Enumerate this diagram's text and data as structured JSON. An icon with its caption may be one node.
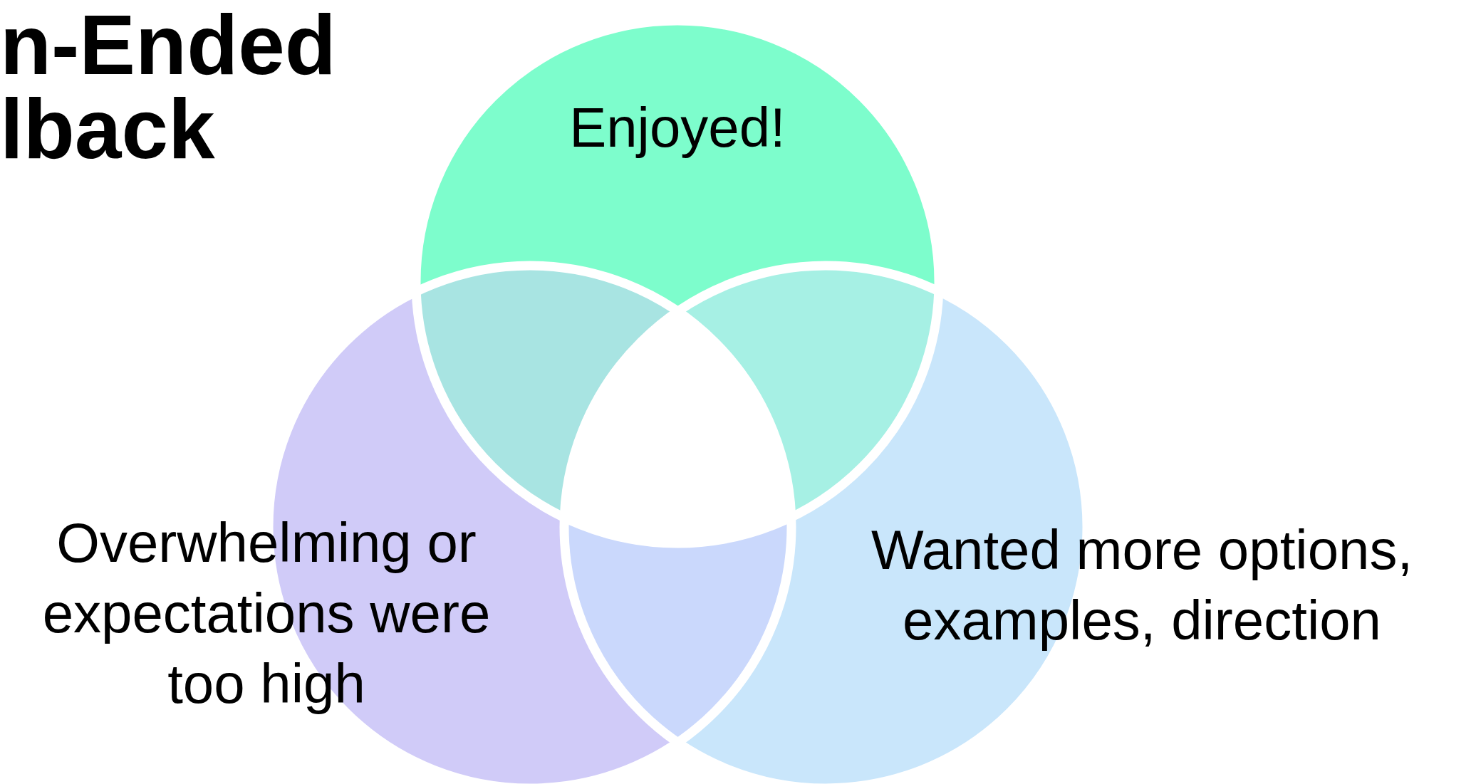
{
  "diagram": {
    "title": "n-Ended lback",
    "nodes": [
      {
        "text": [
          "Enjoyed!"
        ]
      },
      {
        "text": [
          "Overwhelming or expectations were too high"
        ]
      },
      {
        "text": [
          "Wanted more options, examples, direction"
        ]
      }
    ],
    "edges": []
  }
}
